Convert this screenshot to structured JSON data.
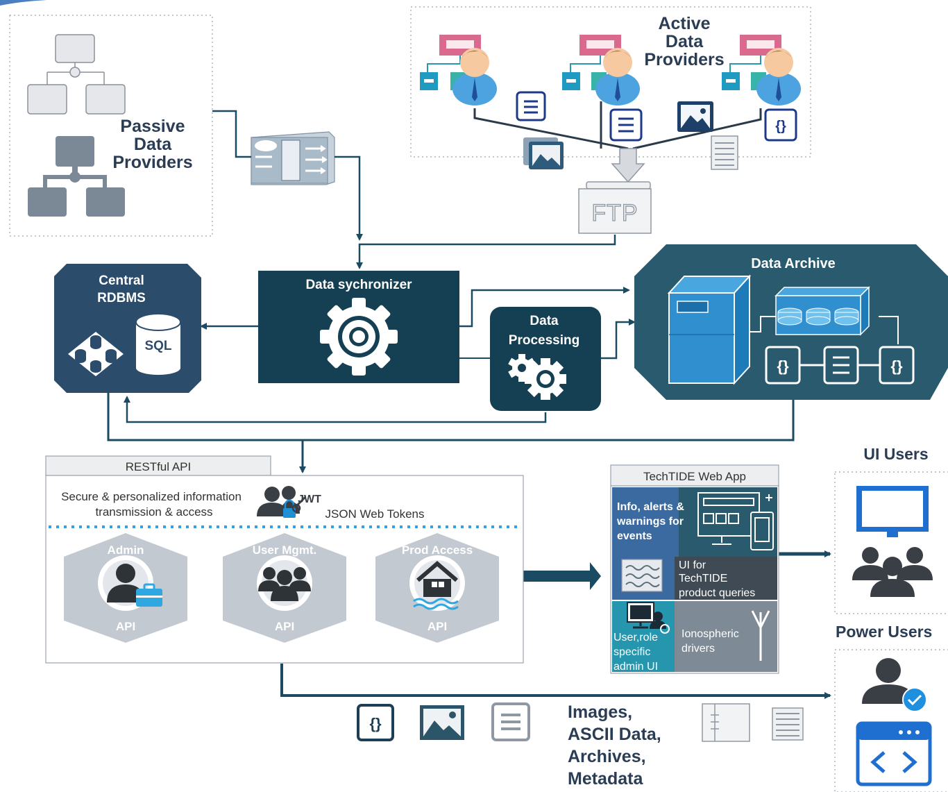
{
  "passive": {
    "line1": "Passive",
    "line2": "Data",
    "line3": "Providers"
  },
  "active": {
    "line1": "Active",
    "line2": "Data",
    "line3": "Providers"
  },
  "ftp": {
    "label": "FTP"
  },
  "rdbms": {
    "line1": "Central",
    "line2": "RDBMS",
    "sql": "SQL"
  },
  "sync": {
    "title": "Data sychronizer"
  },
  "processing": {
    "line1": "Data",
    "line2": "Processing"
  },
  "archive": {
    "title": "Data Archive"
  },
  "rest": {
    "tab": "RESTful API",
    "secure_line1": "Secure & personalized information",
    "secure_line2": "transmission & access",
    "jwt": "JWT",
    "jwt_caption": "JSON Web Tokens",
    "apis": [
      {
        "title": "Admin",
        "sub": "API"
      },
      {
        "title": "User Mgmt.",
        "sub": "API"
      },
      {
        "title": "Prod Access",
        "sub": "API"
      }
    ]
  },
  "webapp": {
    "tab": "TechTIDE Web App",
    "info": [
      "Info, alerts &",
      "warnings for",
      "events"
    ],
    "ui": [
      "UI for",
      "TechTIDE",
      "product queries"
    ],
    "admin": [
      "User,role",
      "specific",
      "admin UI"
    ],
    "iono": [
      "Ionospheric",
      "drivers"
    ]
  },
  "users": {
    "ui": "UI Users",
    "power": "Power Users"
  },
  "outputs": [
    "Images,",
    "ASCII Data,",
    "Archives,",
    "Metadata"
  ],
  "colors": {
    "flow": "#1b4a63",
    "rdbms": "#2c4c6c",
    "sync": "#153f52",
    "archive": "#2a5a6d",
    "api_hex": "#c3c9d1",
    "pale_box": "#d2d8de",
    "blue_title": "#2a3d55",
    "accent_blue": "#1f6fd1"
  }
}
